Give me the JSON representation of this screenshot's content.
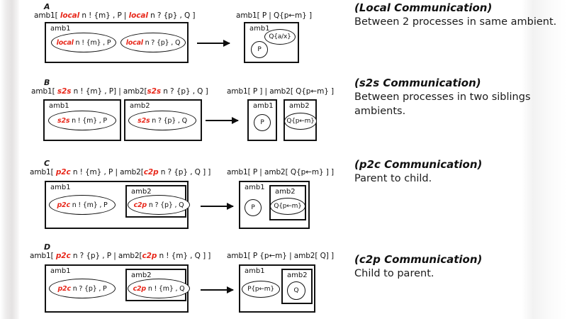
{
  "panels": [
    {
      "letter": "A",
      "formula_before_parts": [
        {
          "t": "amb1[ ",
          "k": false
        },
        {
          "t": "local",
          "k": true
        },
        {
          "t": " n ! {m} , P | ",
          "k": false
        },
        {
          "t": "local",
          "k": true
        },
        {
          "t": " n ? {p} , Q ]",
          "k": false
        }
      ],
      "formula_after": "amb1[ P | Q{p←m} ]",
      "left": {
        "boxes": [
          {
            "name": "amb1"
          }
        ],
        "ellipses": [
          {
            "parts": [
              {
                "t": "local",
                "k": true
              },
              {
                "t": " n ! {m} , P",
                "k": false
              }
            ]
          },
          {
            "parts": [
              {
                "t": "local",
                "k": true
              },
              {
                "t": " n ? {p} , Q",
                "k": false
              }
            ]
          }
        ]
      },
      "right": {
        "boxes": [
          {
            "name": "amb1"
          }
        ],
        "ellipses": [
          {
            "label": "P"
          },
          {
            "label": "Q{a/x}"
          }
        ]
      },
      "desc_title": "(Local Communication)",
      "desc_body": "Between 2 processes in same ambient."
    },
    {
      "letter": "B",
      "formula_before_parts": [
        {
          "t": "amb1[ ",
          "k": false
        },
        {
          "t": "s2s",
          "k": true
        },
        {
          "t": " n ! {m} , P] | amb2[",
          "k": false
        },
        {
          "t": "s2s",
          "k": true
        },
        {
          "t": " n ? {p} , Q ]",
          "k": false
        }
      ],
      "formula_after": "amb1[ P ] | amb2[ Q{p←m} ]",
      "left": {
        "boxes": [
          {
            "name": "amb1"
          },
          {
            "name": "amb2"
          }
        ],
        "ellipses": [
          {
            "parts": [
              {
                "t": "s2s",
                "k": true
              },
              {
                "t": " n ! {m} , P",
                "k": false
              }
            ]
          },
          {
            "parts": [
              {
                "t": "s2s",
                "k": true
              },
              {
                "t": " n ? {p} , Q",
                "k": false
              }
            ]
          }
        ]
      },
      "right": {
        "boxes": [
          {
            "name": "amb1"
          },
          {
            "name": "amb2"
          }
        ],
        "ellipses": [
          {
            "label": "P"
          },
          {
            "label": "Q{p←m}"
          }
        ]
      },
      "desc_title": "(s2s Communication)",
      "desc_body": "Between processes in two siblings ambients."
    },
    {
      "letter": "C",
      "formula_before_parts": [
        {
          "t": "amb1[ ",
          "k": false
        },
        {
          "t": "p2c",
          "k": true
        },
        {
          "t": " n ! {m} , P | amb2[",
          "k": false
        },
        {
          "t": "c2p",
          "k": true
        },
        {
          "t": " n ? {p} , Q ] ]",
          "k": false
        }
      ],
      "formula_after": "amb1[ P  | amb2[ Q{p←m} ] ]",
      "left": {
        "boxes": [
          {
            "name": "amb1"
          },
          {
            "name": "amb2"
          }
        ],
        "ellipses": [
          {
            "parts": [
              {
                "t": "p2c",
                "k": true
              },
              {
                "t": " n ! {m} , P",
                "k": false
              }
            ]
          },
          {
            "parts": [
              {
                "t": "c2p",
                "k": true
              },
              {
                "t": " n ? {p} , Q",
                "k": false
              }
            ]
          }
        ]
      },
      "right": {
        "boxes": [
          {
            "name": "amb1"
          },
          {
            "name": "amb2"
          }
        ],
        "ellipses": [
          {
            "label": "P"
          },
          {
            "label": "Q{p←m}"
          }
        ]
      },
      "desc_title": "(p2c Communication)",
      "desc_body": "Parent to child."
    },
    {
      "letter": "D",
      "formula_before_parts": [
        {
          "t": "amb1[ ",
          "k": false
        },
        {
          "t": "p2c",
          "k": true
        },
        {
          "t": " n ? {p} , P | amb2[",
          "k": false
        },
        {
          "t": "c2p",
          "k": true
        },
        {
          "t": " n ! {m} , Q ] ]",
          "k": false
        }
      ],
      "formula_after": "amb1[ P {p←m} | amb2[ Q] ]",
      "left": {
        "boxes": [
          {
            "name": "amb1"
          },
          {
            "name": "amb2"
          }
        ],
        "ellipses": [
          {
            "parts": [
              {
                "t": "p2c",
                "k": true
              },
              {
                "t": " n ? {p} , P",
                "k": false
              }
            ]
          },
          {
            "parts": [
              {
                "t": "c2p",
                "k": true
              },
              {
                "t": " n ! {m} , Q",
                "k": false
              }
            ]
          }
        ]
      },
      "right": {
        "boxes": [
          {
            "name": "amb1"
          },
          {
            "name": "amb2"
          }
        ],
        "ellipses": [
          {
            "label": "P{p←m}"
          },
          {
            "label": "Q"
          }
        ]
      },
      "desc_title": "(c2p Communication)",
      "desc_body": "Child to parent."
    }
  ],
  "colors": {
    "keyword": "#e8291c",
    "ink": "#111111",
    "background": "#ffffff"
  }
}
